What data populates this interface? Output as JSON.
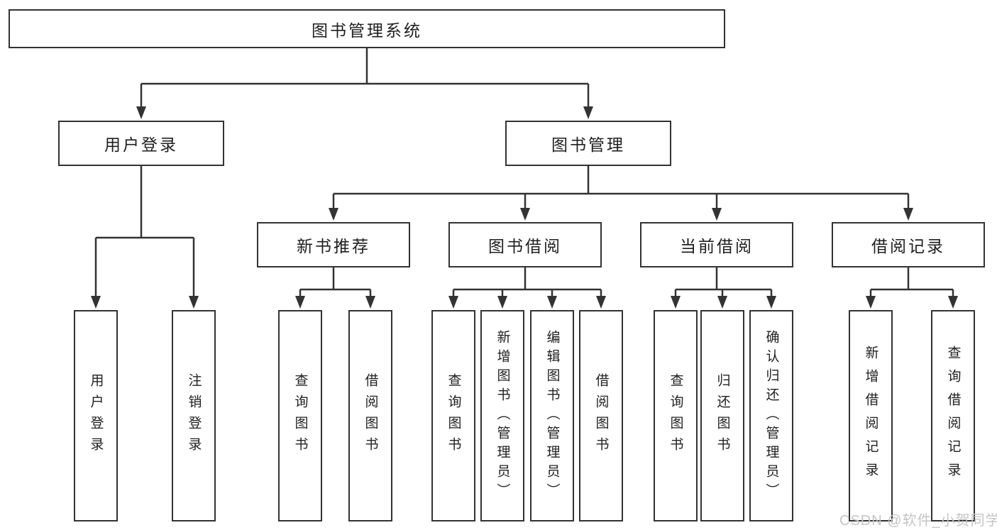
{
  "colors": {
    "line": "#333333",
    "text": "#1f1f1f",
    "background": "#ffffff",
    "watermark": "#c5c5c5"
  },
  "tree": {
    "root": "图书管理系统",
    "branches": [
      {
        "label": "用户登录",
        "children": [
          {
            "label": "用户登录"
          },
          {
            "label": "注销登录"
          }
        ]
      },
      {
        "label": "图书管理",
        "children": [
          {
            "label": "新书推荐",
            "children": [
              {
                "label": "查询图书"
              },
              {
                "label": "借阅图书"
              }
            ]
          },
          {
            "label": "图书借阅",
            "children": [
              {
                "label": "查询图书"
              },
              {
                "label": "新增图书（管理员）"
              },
              {
                "label": "编辑图书（管理员）"
              },
              {
                "label": "借阅图书"
              }
            ]
          },
          {
            "label": "当前借阅",
            "children": [
              {
                "label": "查询图书"
              },
              {
                "label": "归还图书"
              },
              {
                "label": "确认归还（管理员）"
              }
            ]
          },
          {
            "label": "借阅记录",
            "children": [
              {
                "label": "新增借阅记录"
              },
              {
                "label": "查询借阅记录"
              }
            ]
          }
        ]
      }
    ]
  },
  "watermark": {
    "text": "CSDN @软件_小贺同学"
  }
}
